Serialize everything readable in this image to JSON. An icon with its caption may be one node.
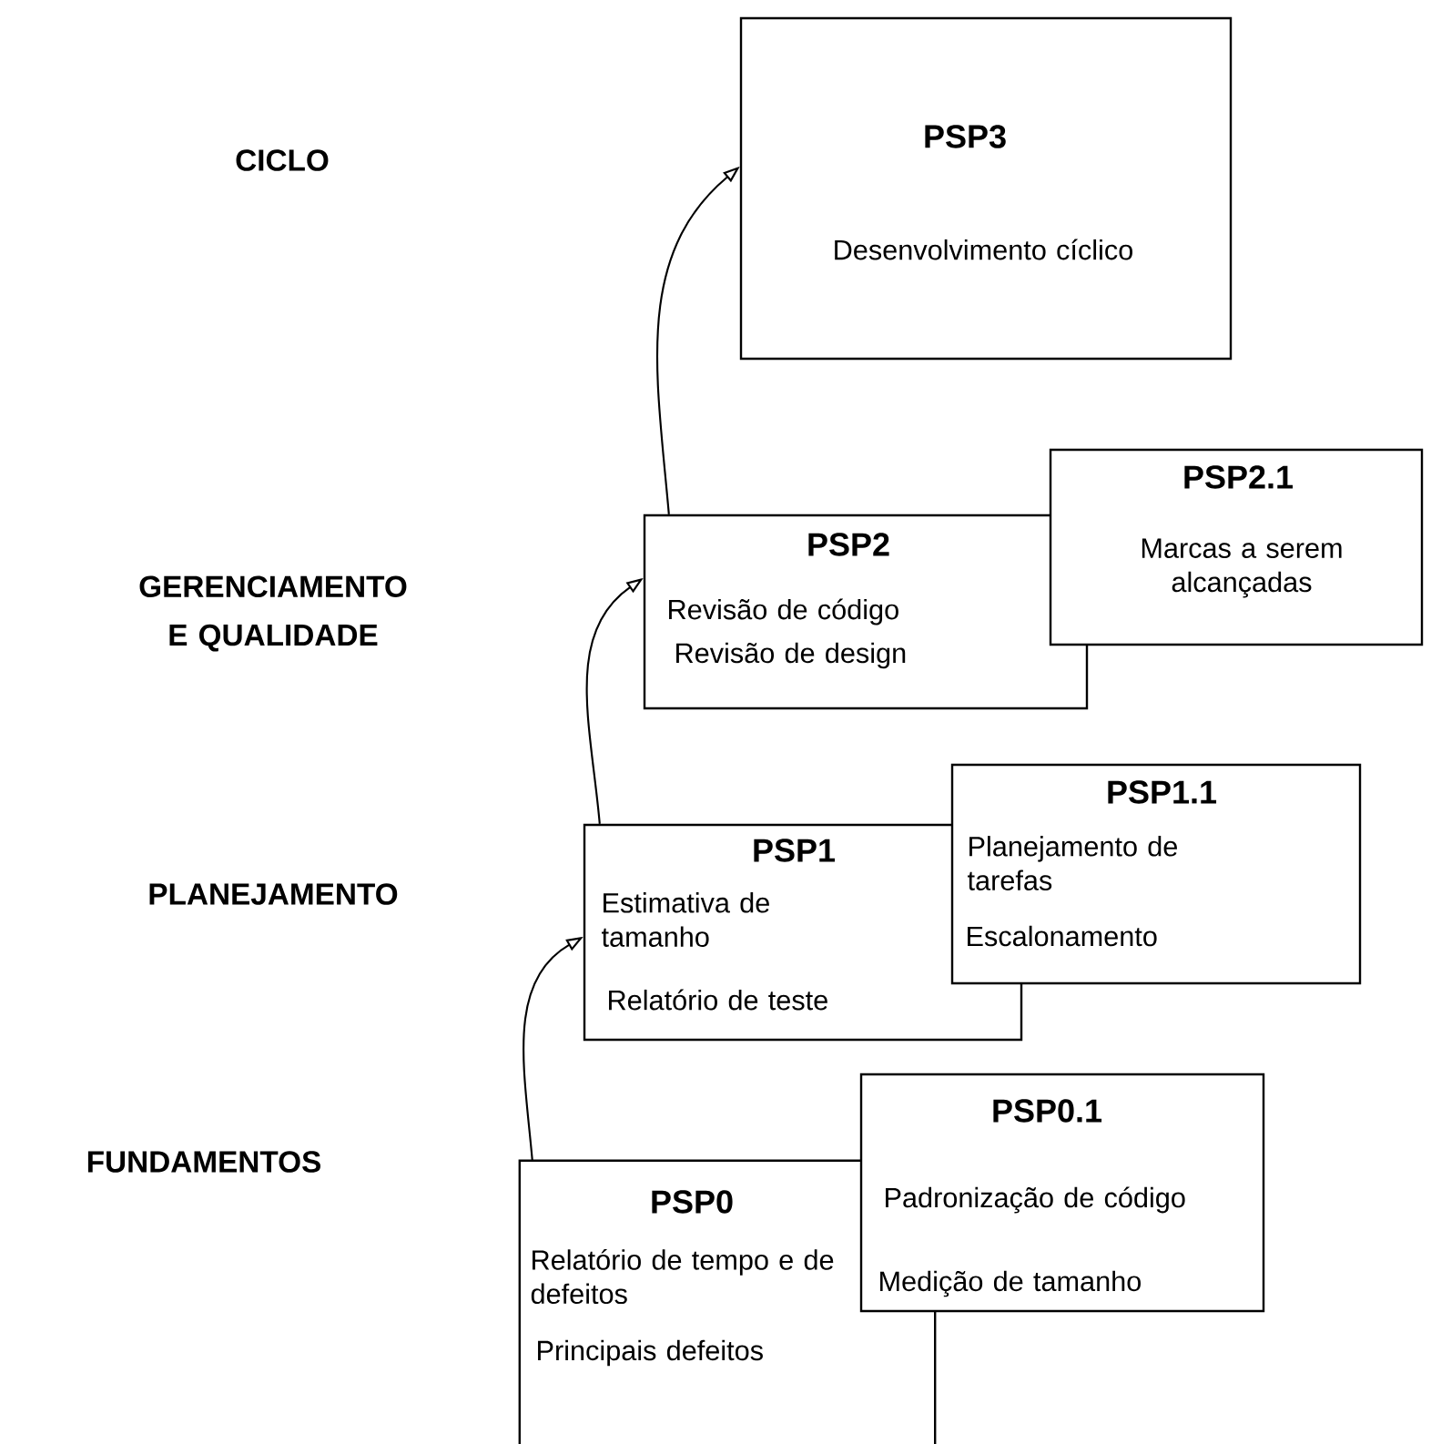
{
  "diagram": {
    "nodes": [
      {
        "text": [
          "PSP3",
          "Desenvolvimento cíclico"
        ]
      },
      {
        "text": [
          "PSP2",
          "Revisão de código",
          "Revisão de design"
        ]
      },
      {
        "text": [
          "PSP2.1",
          "Marcas a serem alcançadas"
        ]
      },
      {
        "text": [
          "PSP1",
          "Estimativa de tamanho",
          "Relatório de teste"
        ]
      },
      {
        "text": [
          "PSP1.1",
          "Planejamento de tarefas",
          "Escalonamento"
        ]
      },
      {
        "text": [
          "PSP0",
          "Relatório de tempo e de defeitos",
          "Principais defeitos"
        ]
      },
      {
        "text": [
          "PSP0.1",
          "Padronização de código",
          "Medição de tamanho"
        ]
      }
    ],
    "edges": [
      {
        "from": 5,
        "to": 3,
        "arrow": "to"
      },
      {
        "from": 3,
        "to": 1,
        "arrow": "to"
      },
      {
        "from": 1,
        "to": 0,
        "arrow": "to"
      }
    ],
    "labels": [
      "CICLO",
      "GERENCIAMENTO E QUALIDADE",
      "PLANEJAMENTO",
      "FUNDAMENTOS"
    ]
  }
}
